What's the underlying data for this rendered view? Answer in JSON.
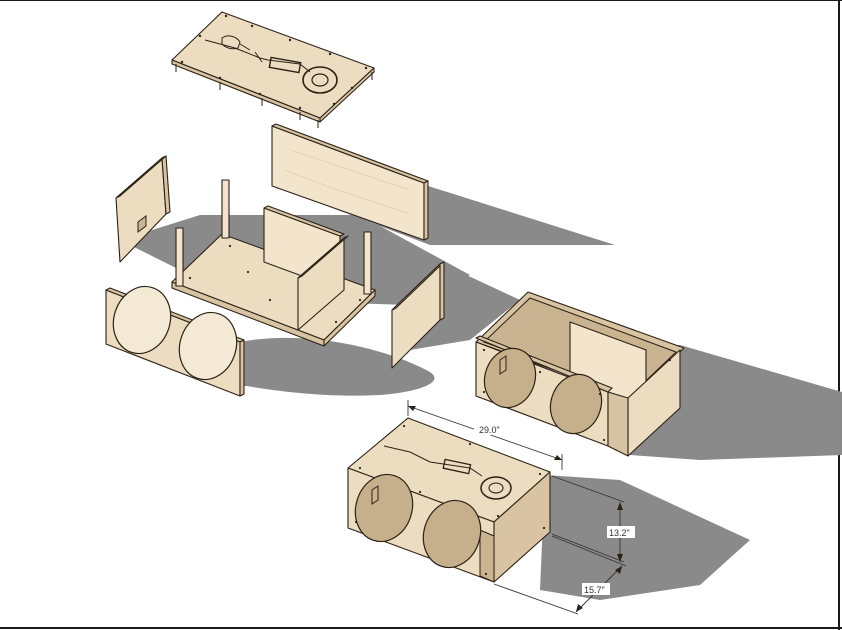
{
  "drawing": {
    "dimensions": {
      "length": "29.0\"",
      "height": "13.2\"",
      "depth": "15.7\""
    }
  },
  "colors": {
    "plywood": "#ecdcc0",
    "plywood_shade": "#d8c4a2",
    "shadow": "#8a8a8a",
    "outline": "#2b2116"
  }
}
